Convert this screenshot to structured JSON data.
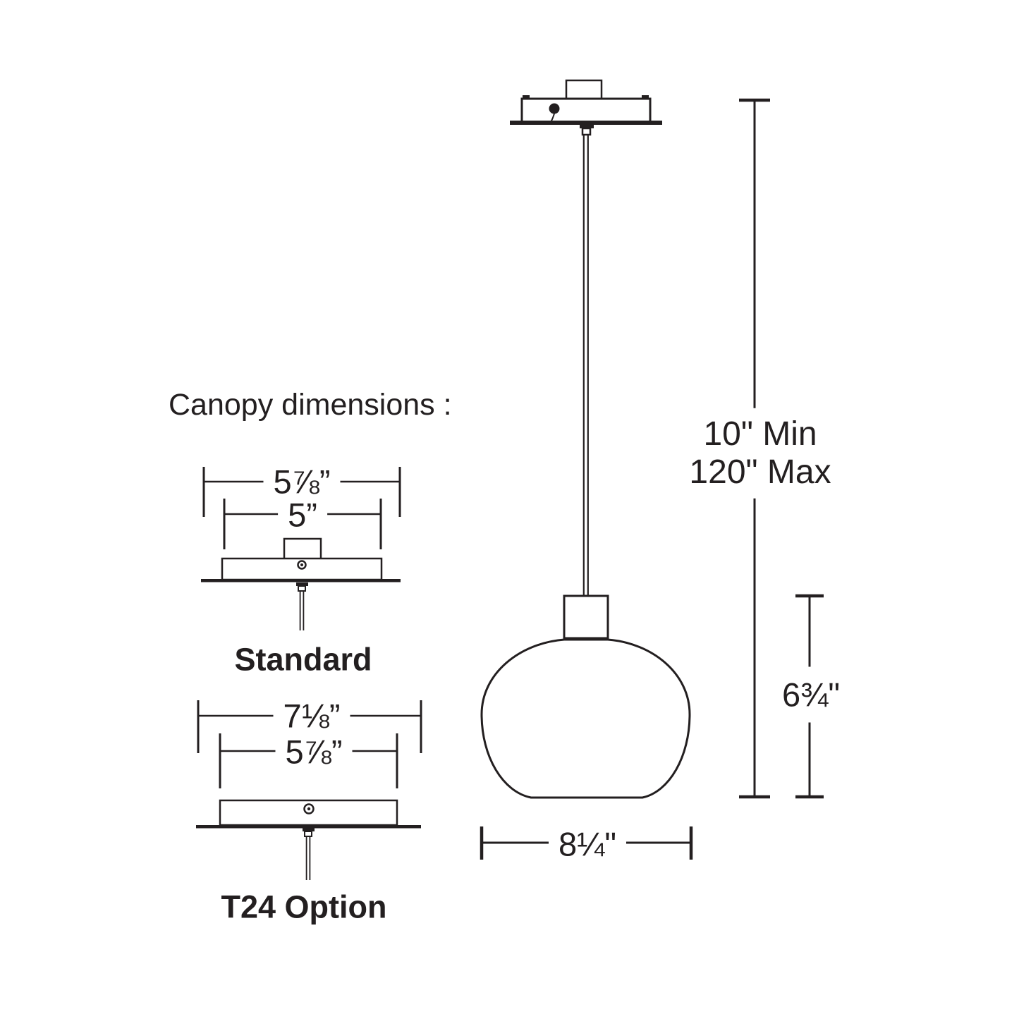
{
  "title": "Canopy dimensions :",
  "colors": {
    "ink": "#231f20",
    "background": "#ffffff"
  },
  "canopies": {
    "standard": {
      "label": "Standard",
      "outer_width": "5⅞”",
      "inner_width": "5”"
    },
    "t24": {
      "label": "T24 Option",
      "outer_width": "7⅛”",
      "inner_width": "5⅞”"
    }
  },
  "pendant": {
    "suspension": {
      "min": "10\" Min",
      "max": "120\" Max"
    },
    "shade_height": "6¾\"",
    "shade_width": "8¼\""
  }
}
